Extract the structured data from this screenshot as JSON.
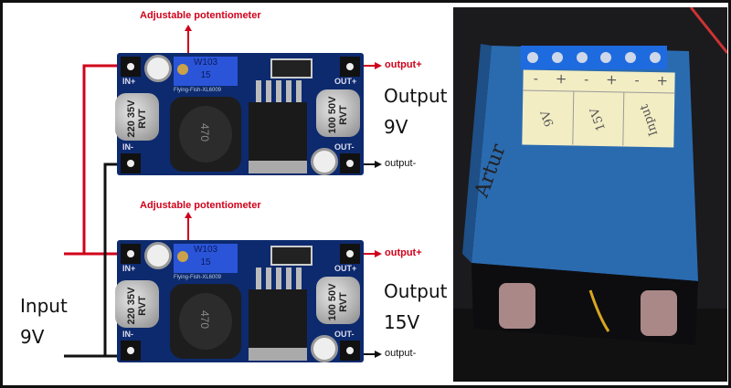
{
  "diagram": {
    "pot_label": "Adjustable potentiometer",
    "out_plus": "output+",
    "out_minus": "output-",
    "board": {
      "in_plus": "IN+",
      "in_minus": "IN-",
      "out_plus": "OUT+",
      "out_minus": "OUT-",
      "pot_marking_1": "W103",
      "pot_marking_2": "15",
      "brand": "Flying-Fish-XL6009",
      "cap_in": "220 35V RVT",
      "cap_out": "100 50V RVT",
      "inductor": "470"
    },
    "top_output": [
      "Output",
      "9V"
    ],
    "bottom_output": [
      "Output",
      "15V"
    ],
    "input": [
      "Input",
      "9V"
    ]
  },
  "photo": {
    "note_signs": [
      "-",
      "+",
      "-",
      "+",
      "-",
      "+"
    ],
    "note_labels": [
      "9V",
      "15V",
      "Input"
    ]
  },
  "colors": {
    "wire_pos": "#d0021b",
    "wire_neg": "#111111",
    "pcb": "#0d2a6e",
    "enclosure": "#1f5fa8",
    "terminal": "#1e6be0"
  }
}
